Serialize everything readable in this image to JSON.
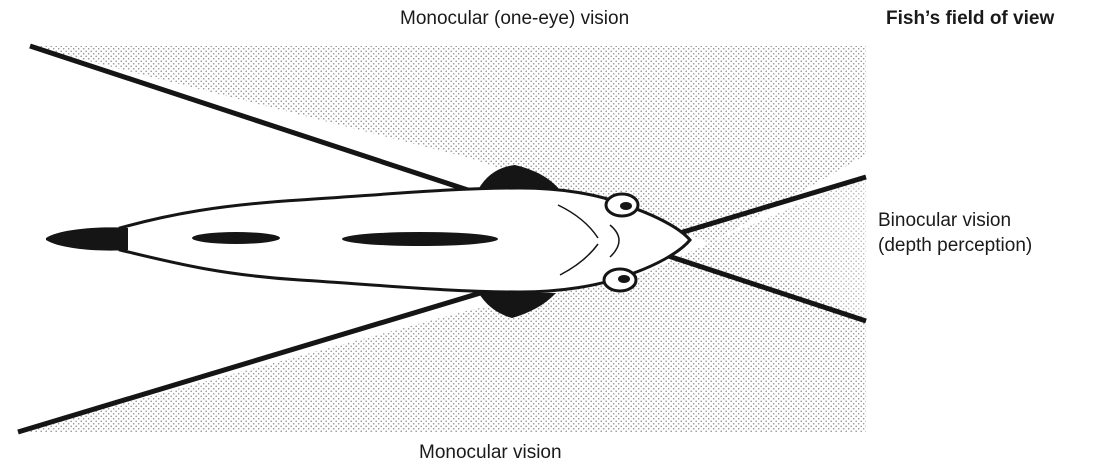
{
  "title": "Fish’s field of view",
  "labels": {
    "monocular_top": "Monocular (one-eye) vision",
    "binocular_line1": "Binocular vision",
    "binocular_line2": "(depth perception)",
    "monocular_bottom": "Monocular vision"
  },
  "colors": {
    "line": "#151515",
    "fish_fill": "#ffffff",
    "dot": "#8a8a8a"
  }
}
